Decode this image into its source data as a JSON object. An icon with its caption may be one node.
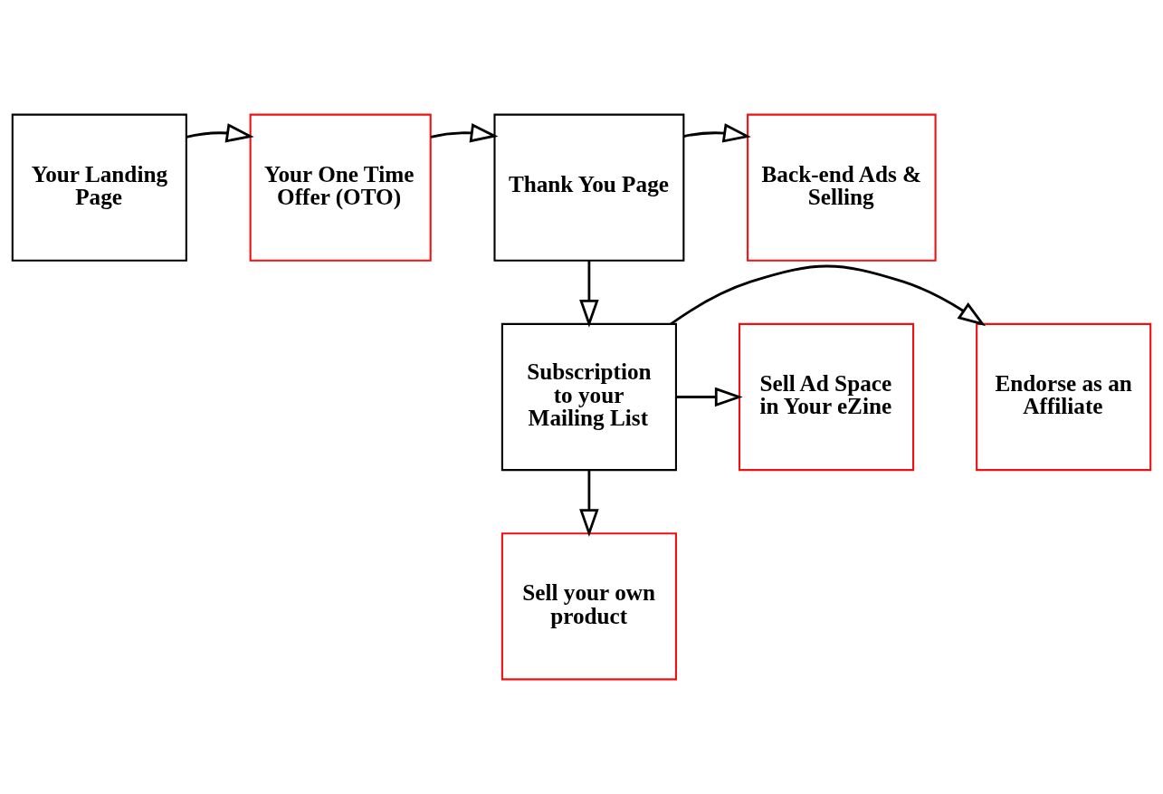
{
  "diagram": {
    "nodes": [
      {
        "text": [
          "Your Landing Page"
        ]
      },
      {
        "text": [
          "Your One Time Offer (OTO)"
        ]
      },
      {
        "text": [
          "Thank You Page"
        ]
      },
      {
        "text": [
          "Back-end Ads & Selling"
        ]
      },
      {
        "text": [
          "Subscription to your Mailing List"
        ]
      },
      {
        "text": [
          "Sell Ad Space in Your eZine"
        ]
      },
      {
        "text": [
          "Endorse as an Affiliate"
        ]
      },
      {
        "text": [
          "Sell your own product"
        ]
      }
    ],
    "edges": [
      {
        "from": 0,
        "to": 1,
        "arrow": "to"
      },
      {
        "from": 1,
        "to": 2,
        "arrow": "to"
      },
      {
        "from": 2,
        "to": 3,
        "arrow": "to"
      },
      {
        "from": 2,
        "to": 4,
        "arrow": "to"
      },
      {
        "from": 4,
        "to": 5,
        "arrow": "to"
      },
      {
        "from": 4,
        "to": 6,
        "arrow": "to"
      },
      {
        "from": 4,
        "to": 7,
        "arrow": "to"
      }
    ]
  }
}
